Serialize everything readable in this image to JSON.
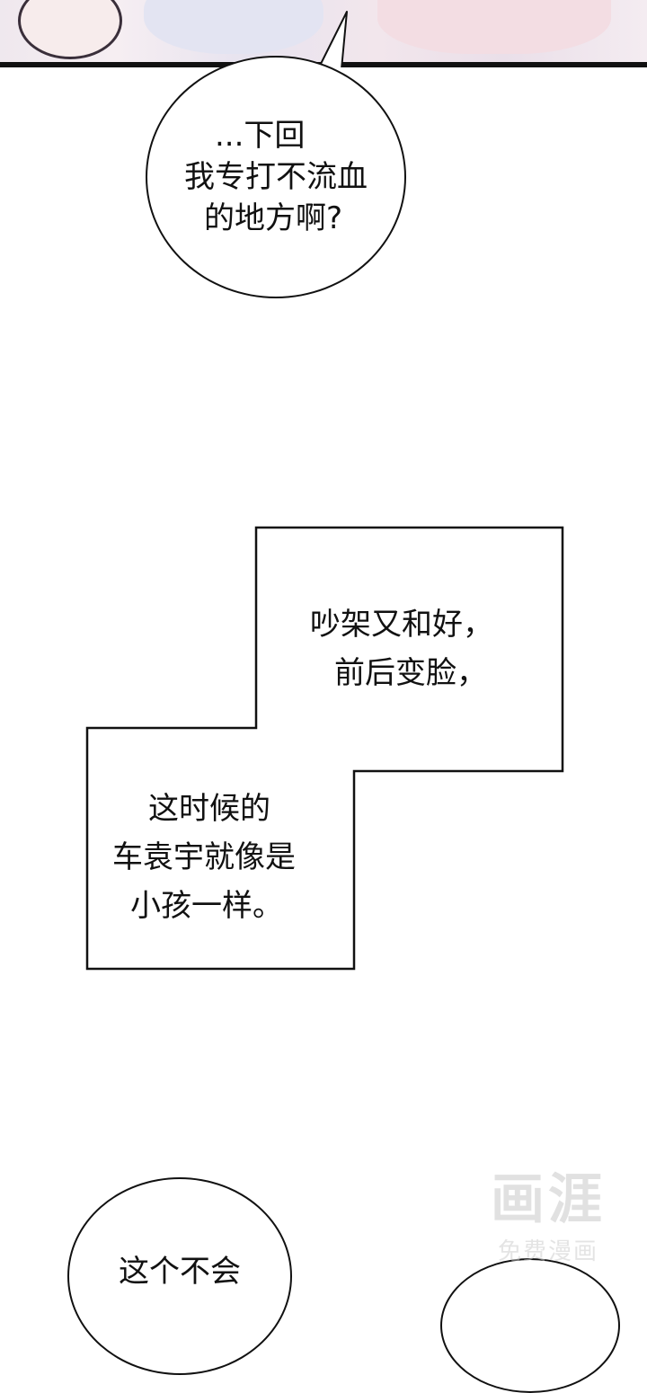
{
  "speech_top": {
    "lines": [
      "...下回",
      "我专打不流血",
      "的地方啊?"
    ]
  },
  "narration_1": {
    "lines": [
      "吵架又和好，",
      "前后变脸，"
    ]
  },
  "narration_2": {
    "lines": [
      "这时候的",
      "车袁宇就像是",
      "小孩一样。"
    ]
  },
  "speech_bottom": {
    "lines": [
      "这个不会"
    ]
  },
  "watermark": {
    "logo": "画涯",
    "subtitle": "免费漫画"
  }
}
